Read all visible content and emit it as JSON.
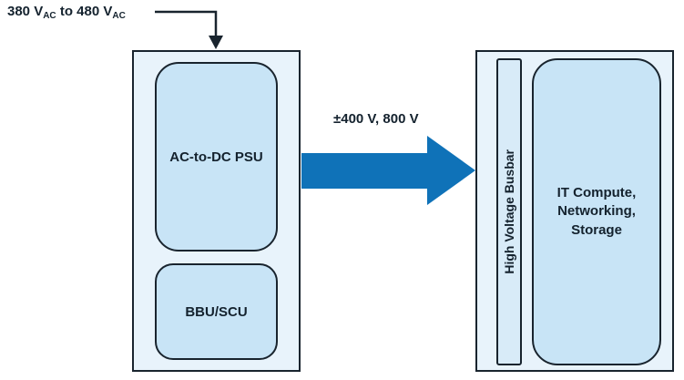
{
  "input_label": {
    "text1": "380 V",
    "sub1": "AC",
    "text2": " to 480 V",
    "sub2": "AC"
  },
  "arrow_label": "±400 V, 800 V",
  "nodes": {
    "psu": "AC-to-DC PSU",
    "bbu": "BBU/SCU",
    "busbar": "High Voltage Busbar",
    "it": "IT Compute,\nNetworking,\nStorage"
  },
  "colors": {
    "outer_box_fill": "#e8f3fb",
    "node_fill": "#c8e4f6",
    "busbar_fill": "#d8ebf8",
    "border": "#19242e",
    "arrow": "#0f72b8",
    "text": "#14222e"
  }
}
